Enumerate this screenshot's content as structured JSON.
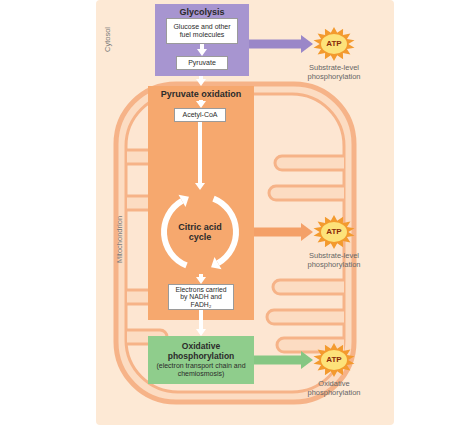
{
  "diagram": {
    "nodes": [
      {
        "text": [
          "Glycolysis"
        ]
      },
      {
        "text": [
          "Glucose and other fuel molecules"
        ],
        "in": 0
      },
      {
        "text": [
          "Pyruvate"
        ],
        "in": 0
      },
      {
        "text": [
          "ATP",
          "Substrate-level phosphorylation"
        ]
      },
      {
        "text": [
          "Pyruvate oxidation"
        ]
      },
      {
        "text": [
          "Acetyl-CoA"
        ],
        "in": 4
      },
      {
        "text": [
          "Citric acid cycle"
        ],
        "in": 4
      },
      {
        "text": [
          "ATP",
          "Substrate-level phosphorylation"
        ]
      },
      {
        "text": [
          "Electrons carried by NADH and FADH₂"
        ],
        "in": 4
      },
      {
        "text": [
          "Oxidative phosphorylation",
          "(electron transport chain and chemiosmosis)"
        ]
      },
      {
        "text": [
          "ATP",
          "Oxidative phosphorylation"
        ]
      }
    ],
    "edges": [
      {
        "from": 1,
        "to": 2,
        "arrow": "to"
      },
      {
        "from": 0,
        "to": 3,
        "arrow": "to"
      },
      {
        "from": 0,
        "to": 4,
        "arrow": "to"
      },
      {
        "from": 5,
        "to": 6,
        "arrow": "to"
      },
      {
        "from": 4,
        "to": 7,
        "arrow": "to"
      },
      {
        "from": 6,
        "to": 8,
        "arrow": "to"
      },
      {
        "from": 8,
        "to": 9,
        "arrow": "to"
      },
      {
        "from": 9,
        "to": 10,
        "arrow": "to"
      }
    ],
    "labels": [
      "Cytosol",
      "Mitochondrion"
    ]
  }
}
